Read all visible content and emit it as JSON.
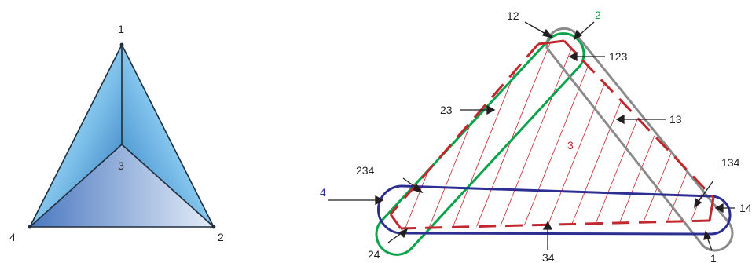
{
  "left_figure": {
    "vertex_labels": {
      "top": "1",
      "center": "3",
      "left": "4",
      "right": "2"
    }
  },
  "right_figure": {
    "labels": {
      "l12": "12",
      "l2": "2",
      "l123": "123",
      "l23": "23",
      "l13": "13",
      "l3": "3",
      "l234": "234",
      "l134": "134",
      "l4": "4",
      "l14": "14",
      "l24": "24",
      "l34": "34",
      "l1": "1"
    }
  },
  "colors": {
    "edge": "#1f2d3d",
    "gradient_light": "#eaf4fb",
    "gradient_mid": "#6fb6e6",
    "gradient_dark": "#2b7fc4",
    "bottom_face_dark": "#4a78c0",
    "bottom_face_light": "#dde8f5",
    "green": "#0aa34a",
    "gray": "#8a8a8a",
    "blue": "#2c2f91",
    "red": "#c1272d",
    "text": "#231f20"
  }
}
